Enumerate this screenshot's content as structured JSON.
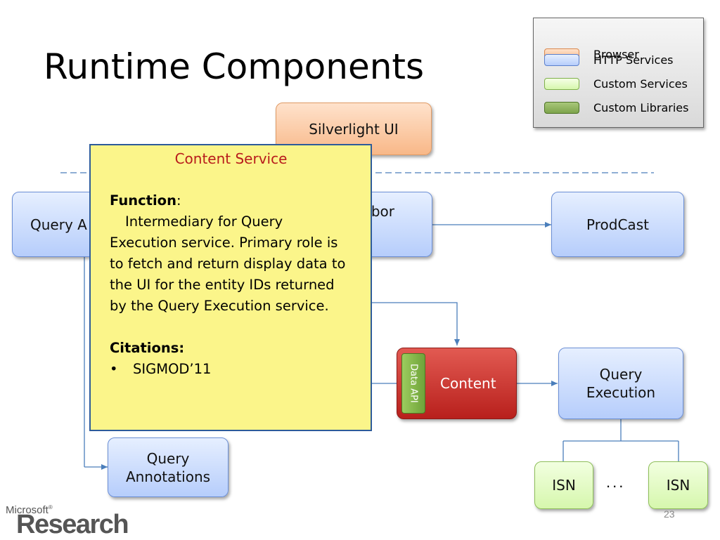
{
  "slide": {
    "title": "Runtime Components",
    "page_number": "23"
  },
  "legend": {
    "items": [
      {
        "label": "Browser",
        "color": "#f8b888"
      },
      {
        "label": "HTTP Services",
        "color": "#b6cdfb"
      },
      {
        "label": "Custom Services",
        "color": "#d6f7ad"
      },
      {
        "label": "Custom Libraries",
        "color": "#7ea44c"
      }
    ]
  },
  "boxes": {
    "silverlight_ui": "Silverlight UI",
    "query_a_partial": "Query A",
    "bor_partial": "bor",
    "prodcast": "ProdCast",
    "content": "Content",
    "data_api": "Data API",
    "query_execution": "Query Execution",
    "query_annotations": "Query Annotations",
    "isn_left": "ISN",
    "isn_right": "ISN",
    "ellipsis": "..."
  },
  "popup": {
    "heading": "Content Service",
    "function_label": "Function",
    "function_colon": ":",
    "function_text": "Intermediary for Query Execution service.  Primary role is to fetch and return display data to the UI for the entity IDs returned by the Query Execution service.",
    "citations_label": "Citations:",
    "citations": [
      "SIGMOD’11"
    ]
  },
  "logo": {
    "microsoft": "Microsoft",
    "registered": "®",
    "research": "Research"
  },
  "colors": {
    "popup_background": "#fbf58a",
    "popup_heading": "#b81c1c",
    "connector": "#4a7ebb",
    "divider": "#4a7ebb"
  }
}
